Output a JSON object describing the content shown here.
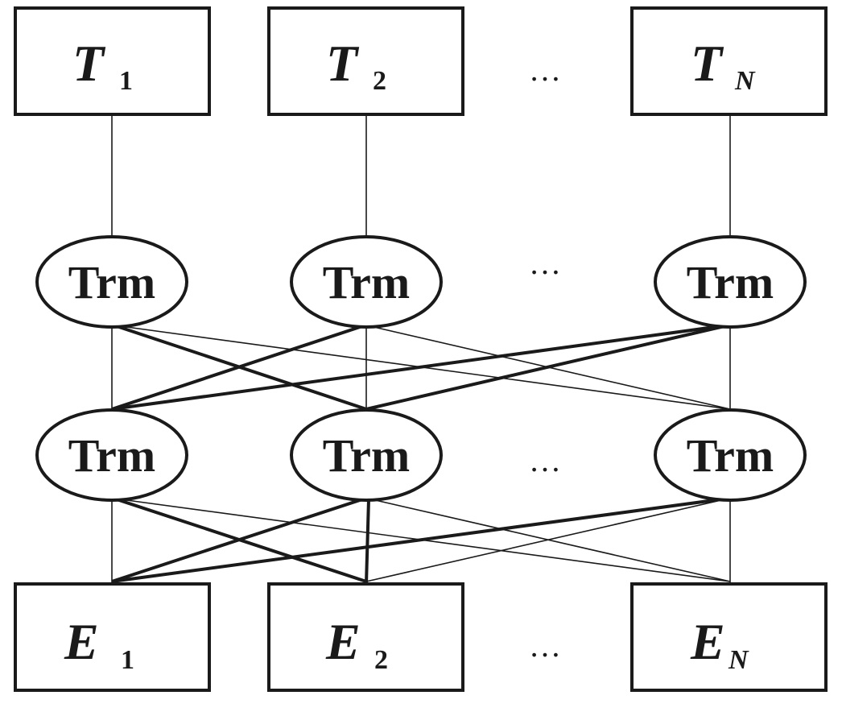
{
  "outputs": [
    {
      "symbol": "T",
      "subscript": "1"
    },
    {
      "symbol": "T",
      "subscript": "2"
    },
    {
      "symbol": "T",
      "subscript": "N"
    }
  ],
  "inputs": [
    {
      "symbol": "E",
      "subscript": "1"
    },
    {
      "symbol": "E",
      "subscript": "2"
    },
    {
      "symbol": "E",
      "subscript": "N"
    }
  ],
  "upper_layer": [
    "Trm",
    "Trm",
    "Trm"
  ],
  "lower_layer": [
    "Trm",
    "Trm",
    "Trm"
  ],
  "ellipsis": "…",
  "colors": {
    "stroke": "#1a1a1a",
    "fill": "#ffffff"
  }
}
